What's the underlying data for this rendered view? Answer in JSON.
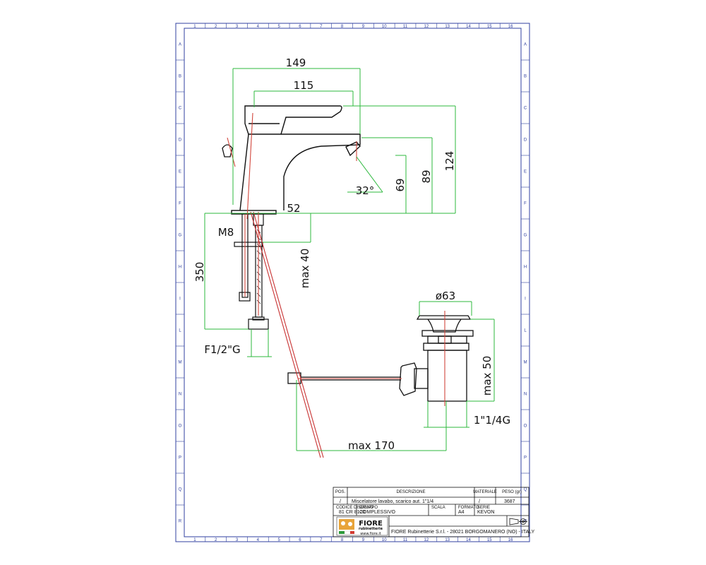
{
  "drawing": {
    "dimensions": {
      "d149": "149",
      "d115": "115",
      "d124": "124",
      "d89": "89",
      "d69": "69",
      "d32": "32°",
      "d52": "52",
      "dM8": "M8",
      "d350": "350",
      "dmax40": "max 40",
      "dF12": "F1/2\"G",
      "d63": "ø63",
      "dmax50": "max 50",
      "d114G": "1\"1/4G",
      "dmax170": "max 170"
    },
    "grid_columns": [
      "1",
      "2",
      "3",
      "4",
      "5",
      "6",
      "7",
      "8",
      "9",
      "10",
      "11",
      "12",
      "13",
      "14",
      "15",
      "16"
    ],
    "grid_rows": [
      "A",
      "B",
      "C",
      "D",
      "E",
      "F",
      "G",
      "H",
      "I",
      "L",
      "M",
      "N",
      "O",
      "P",
      "Q",
      "R"
    ]
  },
  "title_block": {
    "pos_label": "POS.",
    "descrizione_label": "DESCRIZIONE",
    "materiale_label": "MATERIALE",
    "peso_label": "PESO (gr)",
    "pos_value": "/",
    "descrizione_value": "Miscelatore lavabo, scarico aut. 1\"1/4",
    "materiale_value": "/",
    "peso_value": "3687",
    "codice_label": "CODICE DISEGNO",
    "codice_value": "81 CR 8120",
    "gruppo_label": "GRUPPO",
    "gruppo_value": "COMPLESSIVO",
    "scala_label": "SCALA",
    "formato_label": "FORMATO",
    "formato_value": "A4",
    "serie_label": "SERIE",
    "serie_value": "KEVON",
    "company": "FIORE Rubinetterie S.r.l. - 28021 BORGOMANERO (NO) - ITALY",
    "logo_text": "FIORE",
    "logo_sub": "rubinetterie",
    "logo_web": "www.fiore.it"
  },
  "colors": {
    "outline": "#111111",
    "dimension": "#2db83d",
    "centerline": "#d2463c",
    "border": "#3040a0"
  }
}
